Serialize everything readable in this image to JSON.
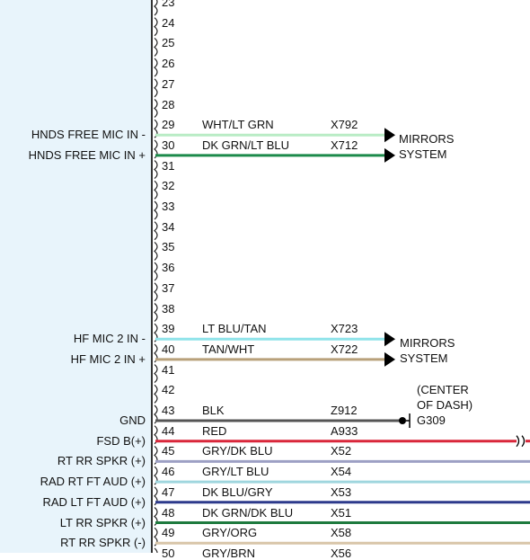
{
  "pins": [
    {
      "num": "23",
      "label": "",
      "wire_color": "",
      "circuit": ""
    },
    {
      "num": "24",
      "label": "",
      "wire_color": "",
      "circuit": ""
    },
    {
      "num": "25",
      "label": "",
      "wire_color": "",
      "circuit": ""
    },
    {
      "num": "26",
      "label": "",
      "wire_color": "",
      "circuit": ""
    },
    {
      "num": "27",
      "label": "",
      "wire_color": "",
      "circuit": ""
    },
    {
      "num": "28",
      "label": "",
      "wire_color": "",
      "circuit": ""
    },
    {
      "num": "29",
      "label": "HNDS FREE MIC IN -",
      "wire_color": "WHT/LT GRN",
      "circuit": "X792",
      "wire_hex": "#b9ecc5"
    },
    {
      "num": "30",
      "label": "HNDS FREE MIC IN +",
      "wire_color": "DK GRN/LT BLU",
      "circuit": "X712",
      "wire_hex": "#1c8a4a"
    },
    {
      "num": "31",
      "label": "",
      "wire_color": "",
      "circuit": ""
    },
    {
      "num": "32",
      "label": "",
      "wire_color": "",
      "circuit": ""
    },
    {
      "num": "33",
      "label": "",
      "wire_color": "",
      "circuit": ""
    },
    {
      "num": "34",
      "label": "",
      "wire_color": "",
      "circuit": ""
    },
    {
      "num": "35",
      "label": "",
      "wire_color": "",
      "circuit": ""
    },
    {
      "num": "36",
      "label": "",
      "wire_color": "",
      "circuit": ""
    },
    {
      "num": "37",
      "label": "",
      "wire_color": "",
      "circuit": ""
    },
    {
      "num": "38",
      "label": "",
      "wire_color": "",
      "circuit": ""
    },
    {
      "num": "39",
      "label": "HF MIC 2 IN -",
      "wire_color": "LT BLU/TAN",
      "circuit": "X723",
      "wire_hex": "#8fe3ea"
    },
    {
      "num": "40",
      "label": "HF MIC 2 IN +",
      "wire_color": "TAN/WHT",
      "circuit": "X722",
      "wire_hex": "#b8a07a"
    },
    {
      "num": "41",
      "label": "",
      "wire_color": "",
      "circuit": ""
    },
    {
      "num": "42",
      "label": "",
      "wire_color": "",
      "circuit": ""
    },
    {
      "num": "43",
      "label": "GND",
      "wire_color": "BLK",
      "circuit": "Z912",
      "wire_hex": "#555555"
    },
    {
      "num": "44",
      "label": "FSD B(+)",
      "wire_color": "RED",
      "circuit": "A933",
      "wire_hex": "#d9263a"
    },
    {
      "num": "45",
      "label": "RT RR SPKR (+)",
      "wire_color": "GRY/DK BLU",
      "circuit": "X52",
      "wire_hex": "#9da0c4"
    },
    {
      "num": "46",
      "label": "RAD RT FT AUD (+)",
      "wire_color": "GRY/LT BLU",
      "circuit": "X54",
      "wire_hex": "#9fd6de"
    },
    {
      "num": "47",
      "label": "RAD LT FT AUD (+)",
      "wire_color": "DK BLU/GRY",
      "circuit": "X53",
      "wire_hex": "#2d3a8c"
    },
    {
      "num": "48",
      "label": "LT RR SPKR (+)",
      "wire_color": "DK GRN/DK BLU",
      "circuit": "X51",
      "wire_hex": "#1e7a3e"
    },
    {
      "num": "49",
      "label": "RT RR SPKR (-)",
      "wire_color": "GRY/ORG",
      "circuit": "X58",
      "wire_hex": "#d8c5a8"
    },
    {
      "num": "50",
      "label": "",
      "wire_color": "GRY/BRN",
      "circuit": "X56",
      "wire_hex": "#b9a998"
    }
  ],
  "destinations": [
    {
      "line1": "MIRRORS",
      "line2": "SYSTEM"
    },
    {
      "line1": "MIRRORS",
      "line2": "SYSTEM"
    }
  ],
  "ground": {
    "line1": "(CENTER",
    "line2": "OF DASH)",
    "id": "G309"
  }
}
